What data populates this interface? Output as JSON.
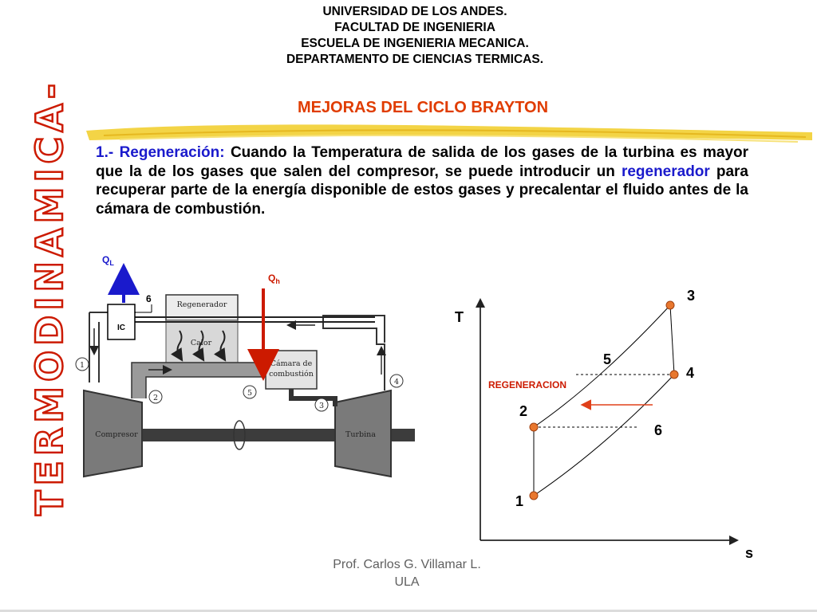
{
  "side_title": "TERMODINAMICA-",
  "header": {
    "lines": [
      "UNIVERSIDAD DE LOS ANDES.",
      "FACULTAD DE INGENIERIA",
      "ESCUELA DE INGENIERIA MECANICA.",
      "DEPARTAMENTO DE CIENCIAS TERMICAS."
    ]
  },
  "slide_title": "MEJORAS DEL CICLO BRAYTON",
  "body": {
    "number": "1.- ",
    "heading": "Regeneración:",
    "text_before": " Cuando la Temperatura de salida de los gases de la turbina es mayor que la de los gases que salen del compresor, se puede introducir un ",
    "highlight": "regenerador",
    "text_after": " para recuperar parte de la energía disponible de estos gases y precalentar el fluido antes de la cámara de combustión."
  },
  "schematic": {
    "ql": "Q",
    "ql_sub": "L",
    "qh": "Q",
    "qh_sub": "h",
    "ic": "IC",
    "stream_6": "6",
    "regenerador": "Regenerador",
    "calor": "Calor",
    "camara_1": "Cámara de",
    "camara_2": "combustión",
    "compresor": "Compresor",
    "turbina": "Turbina",
    "state_1": "1",
    "state_2": "2",
    "state_3": "3",
    "state_4": "4",
    "state_5": "5"
  },
  "ts_diagram": {
    "y_axis": "T",
    "x_axis": "s",
    "arrow_label": "REGENERACION",
    "p1": "1",
    "p2": "2",
    "p3": "3",
    "p4": "4",
    "p5": "5",
    "p6": "6"
  },
  "footer": {
    "line1": "Prof. Carlos G. Villamar L.",
    "line2": "ULA"
  },
  "colors": {
    "accent_red": "#cc1a00",
    "title_orange": "#e03c00",
    "highlight_blue": "#1a1acc",
    "stroke_yellow": "#f2d23c",
    "point_orange": "#e8772e"
  }
}
